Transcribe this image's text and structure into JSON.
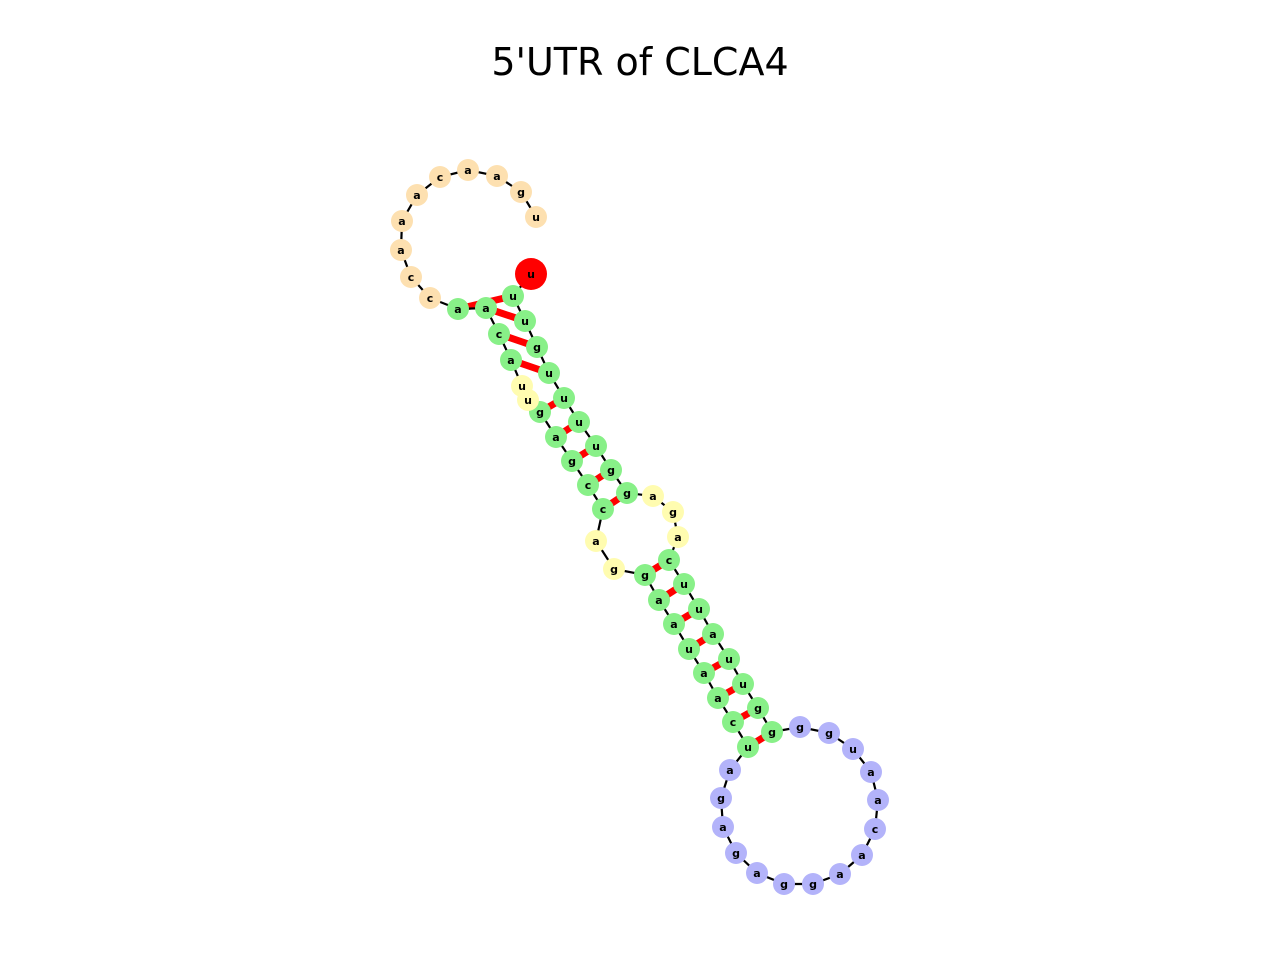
{
  "title": "5'UTR of CLCA4",
  "colors": {
    "ends_loop": "#fde0b0",
    "stem": "#88f088",
    "internal_loop": "#fffcb0",
    "hairpin_loop": "#b3b3fa",
    "five_prime": "#ff0000",
    "three_prime": "#007700",
    "pair": "#ff0000",
    "backbone": "#000000"
  },
  "structure": {
    "nucleotides": [
      {
        "b": "u",
        "role": "five_prime"
      },
      {
        "b": "u",
        "role": "stem"
      },
      {
        "b": "u",
        "role": "stem"
      },
      {
        "b": "g",
        "role": "stem"
      },
      {
        "b": "u",
        "role": "stem"
      },
      {
        "b": "u",
        "role": "stem"
      },
      {
        "b": "u",
        "role": "stem"
      },
      {
        "b": "u",
        "role": "stem"
      },
      {
        "b": "g",
        "role": "stem"
      },
      {
        "b": "g",
        "role": "stem"
      },
      {
        "b": "a",
        "role": "internal_loop"
      },
      {
        "b": "g",
        "role": "internal_loop"
      },
      {
        "b": "a",
        "role": "internal_loop"
      },
      {
        "b": "c",
        "role": "stem"
      },
      {
        "b": "u",
        "role": "stem"
      },
      {
        "b": "u",
        "role": "stem"
      },
      {
        "b": "a",
        "role": "stem"
      },
      {
        "b": "u",
        "role": "stem"
      },
      {
        "b": "u",
        "role": "stem"
      },
      {
        "b": "g",
        "role": "stem"
      },
      {
        "b": "g",
        "role": "stem"
      },
      {
        "b": "g",
        "role": "hairpin_loop"
      },
      {
        "b": "g",
        "role": "hairpin_loop"
      },
      {
        "b": "u",
        "role": "hairpin_loop"
      },
      {
        "b": "a",
        "role": "hairpin_loop"
      },
      {
        "b": "a",
        "role": "hairpin_loop"
      },
      {
        "b": "c",
        "role": "hairpin_loop"
      },
      {
        "b": "a",
        "role": "hairpin_loop"
      },
      {
        "b": "a",
        "role": "hairpin_loop"
      },
      {
        "b": "g",
        "role": "hairpin_loop"
      },
      {
        "b": "g",
        "role": "hairpin_loop"
      },
      {
        "b": "a",
        "role": "hairpin_loop"
      },
      {
        "b": "g",
        "role": "hairpin_loop"
      },
      {
        "b": "a",
        "role": "hairpin_loop"
      },
      {
        "b": "g",
        "role": "hairpin_loop"
      },
      {
        "b": "a",
        "role": "hairpin_loop"
      },
      {
        "b": "u",
        "role": "stem"
      },
      {
        "b": "c",
        "role": "stem"
      },
      {
        "b": "a",
        "role": "stem"
      },
      {
        "b": "a",
        "role": "stem"
      },
      {
        "b": "u",
        "role": "stem"
      },
      {
        "b": "a",
        "role": "stem"
      },
      {
        "b": "a",
        "role": "stem"
      },
      {
        "b": "g",
        "role": "stem"
      },
      {
        "b": "g",
        "role": "internal_loop"
      },
      {
        "b": "a",
        "role": "internal_loop"
      },
      {
        "b": "c",
        "role": "stem"
      },
      {
        "b": "c",
        "role": "stem"
      },
      {
        "b": "g",
        "role": "stem"
      },
      {
        "b": "a",
        "role": "stem"
      },
      {
        "b": "g",
        "role": "stem"
      },
      {
        "b": "u",
        "role": "internal_loop"
      },
      {
        "b": "u",
        "role": "internal_loop"
      },
      {
        "b": "a",
        "role": "stem"
      },
      {
        "b": "c",
        "role": "stem"
      },
      {
        "b": "a",
        "role": "stem"
      },
      {
        "b": "a",
        "role": "stem"
      },
      {
        "b": "c",
        "role": "ends_loop"
      },
      {
        "b": "c",
        "role": "ends_loop"
      },
      {
        "b": "a",
        "role": "ends_loop"
      },
      {
        "b": "a",
        "role": "ends_loop"
      },
      {
        "b": "a",
        "role": "ends_loop"
      },
      {
        "b": "c",
        "role": "ends_loop"
      },
      {
        "b": "a",
        "role": "ends_loop"
      },
      {
        "b": "a",
        "role": "ends_loop"
      },
      {
        "b": "g",
        "role": "ends_loop"
      },
      {
        "b": "u",
        "role": "ends_loop"
      },
      {
        "b": "u",
        "role": "three_prime"
      }
    ],
    "pairs": [
      [
        1,
        56
      ],
      [
        2,
        55
      ],
      [
        3,
        54
      ],
      [
        4,
        53
      ],
      [
        5,
        50
      ],
      [
        6,
        49
      ],
      [
        7,
        48
      ],
      [
        8,
        47
      ],
      [
        9,
        46
      ],
      [
        13,
        43
      ],
      [
        14,
        42
      ],
      [
        15,
        41
      ],
      [
        16,
        40
      ],
      [
        17,
        39
      ],
      [
        18,
        38
      ],
      [
        19,
        37
      ],
      [
        20,
        36
      ]
    ]
  }
}
